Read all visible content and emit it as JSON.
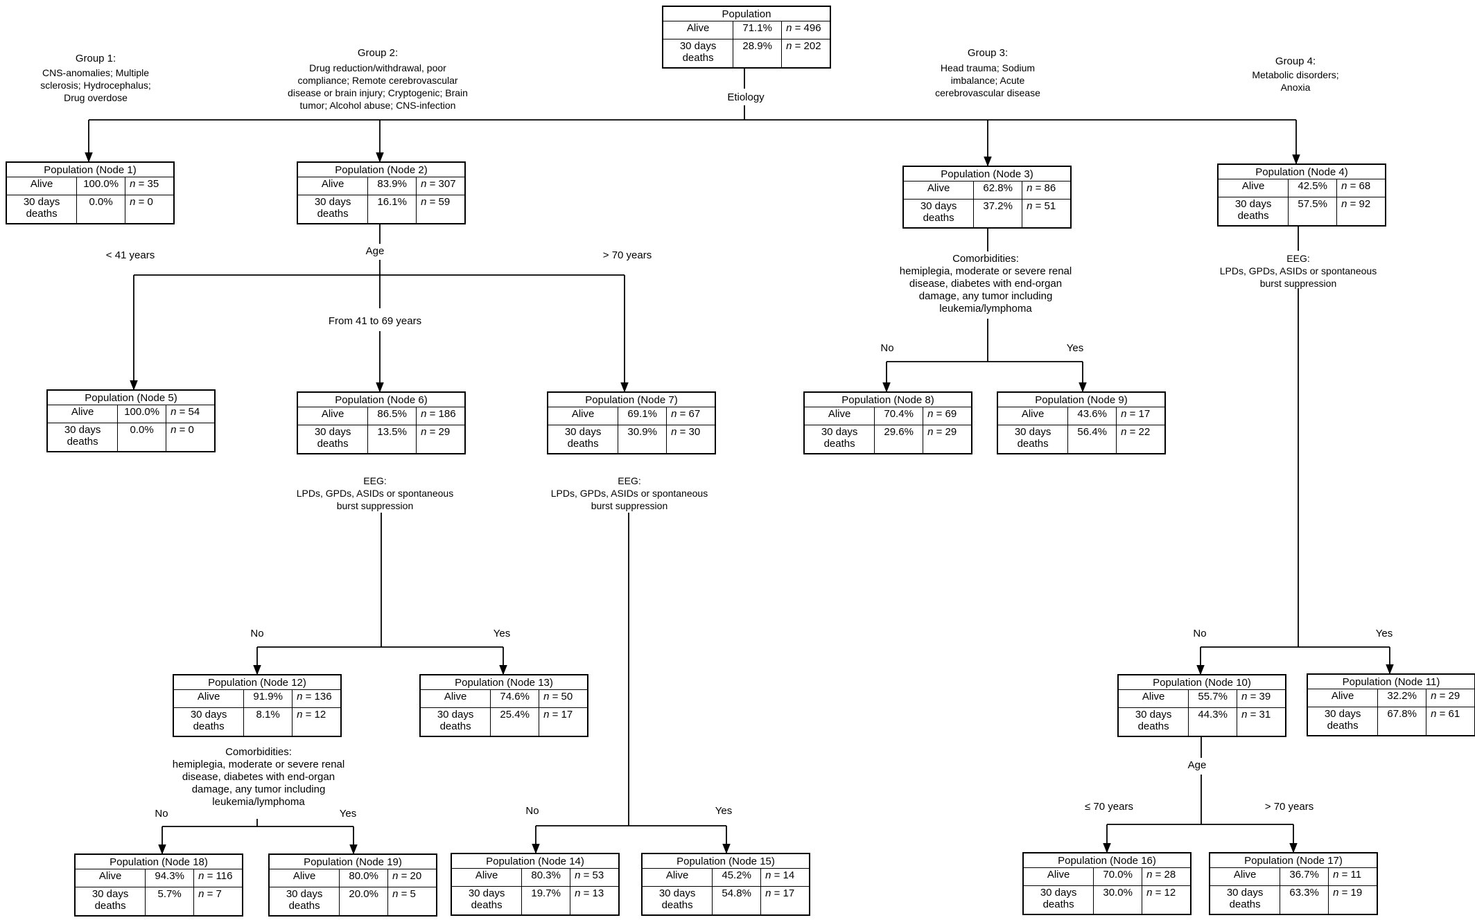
{
  "labels": {
    "alive": "Alive",
    "deaths": "30 days\ndeaths",
    "n_prefix": "n"
  },
  "groups": [
    {
      "title": "Group 1:",
      "desc": "CNS-anomalies; Multiple\nsclerosis; Hydrocephalus;\nDrug overdose"
    },
    {
      "title": "Group 2:",
      "desc": "Drug reduction/withdrawal, poor\ncompliance; Remote cerebrovascular\ndisease or brain injury; Cryptogenic; Brain\ntumor; Alcohol abuse; CNS-infection"
    },
    {
      "title": "Group 3:",
      "desc": "Head trauma; Sodium\nimbalance; Acute\ncerebrovascular disease"
    },
    {
      "title": "Group 4:",
      "desc": "Metabolic disorders;\nAnoxia"
    }
  ],
  "splits": {
    "etiology": "Etiology",
    "age": "Age",
    "age_lt41": "< 41 years",
    "age_41_69": "From 41 to 69 years",
    "age_gt70": "> 70 years",
    "eeg": "EEG:\nLPDs, GPDs, ASIDs or spontaneous\nburst suppression",
    "comorb": "Comorbidities:\nhemiplegia, moderate or severe renal\ndisease, diabetes with end-organ\ndamage, any tumor including\nleukemia/lymphoma",
    "no": "No",
    "yes": "Yes",
    "age_le70": "≤ 70 years",
    "age_gt70b": "> 70 years"
  },
  "nodes": [
    {
      "id": "root",
      "title": "Population",
      "alive_pct": "71.1%",
      "alive_n": "= 496",
      "death_pct": "28.9%",
      "death_n": "= 202"
    },
    {
      "id": "n1",
      "title": "Population (Node 1)",
      "alive_pct": "100.0%",
      "alive_n": "= 35",
      "death_pct": "0.0%",
      "death_n": "= 0"
    },
    {
      "id": "n2",
      "title": "Population (Node 2)",
      "alive_pct": "83.9%",
      "alive_n": "= 307",
      "death_pct": "16.1%",
      "death_n": "= 59"
    },
    {
      "id": "n3",
      "title": "Population (Node 3)",
      "alive_pct": "62.8%",
      "alive_n": "= 86",
      "death_pct": "37.2%",
      "death_n": "= 51"
    },
    {
      "id": "n4",
      "title": "Population (Node 4)",
      "alive_pct": "42.5%",
      "alive_n": "= 68",
      "death_pct": "57.5%",
      "death_n": "= 92"
    },
    {
      "id": "n5",
      "title": "Population (Node 5)",
      "alive_pct": "100.0%",
      "alive_n": "= 54",
      "death_pct": "0.0%",
      "death_n": "= 0"
    },
    {
      "id": "n6",
      "title": "Population (Node 6)",
      "alive_pct": "86.5%",
      "alive_n": "= 186",
      "death_pct": "13.5%",
      "death_n": "= 29"
    },
    {
      "id": "n7",
      "title": "Population (Node 7)",
      "alive_pct": "69.1%",
      "alive_n": "= 67",
      "death_pct": "30.9%",
      "death_n": "= 30"
    },
    {
      "id": "n8",
      "title": "Population (Node 8)",
      "alive_pct": "70.4%",
      "alive_n": "= 69",
      "death_pct": "29.6%",
      "death_n": "= 29"
    },
    {
      "id": "n9",
      "title": "Population (Node 9)",
      "alive_pct": "43.6%",
      "alive_n": "= 17",
      "death_pct": "56.4%",
      "death_n": "= 22"
    },
    {
      "id": "n10",
      "title": "Population (Node 10)",
      "alive_pct": "55.7%",
      "alive_n": "= 39",
      "death_pct": "44.3%",
      "death_n": "= 31"
    },
    {
      "id": "n11",
      "title": "Population (Node 11)",
      "alive_pct": "32.2%",
      "alive_n": "= 29",
      "death_pct": "67.8%",
      "death_n": "= 61"
    },
    {
      "id": "n12",
      "title": "Population (Node 12)",
      "alive_pct": "91.9%",
      "alive_n": "= 136",
      "death_pct": "8.1%",
      "death_n": "= 12"
    },
    {
      "id": "n13",
      "title": "Population (Node 13)",
      "alive_pct": "74.6%",
      "alive_n": "= 50",
      "death_pct": "25.4%",
      "death_n": "= 17"
    },
    {
      "id": "n14",
      "title": "Population (Node 14)",
      "alive_pct": "80.3%",
      "alive_n": "= 53",
      "death_pct": "19.7%",
      "death_n": "= 13"
    },
    {
      "id": "n15",
      "title": "Population (Node 15)",
      "alive_pct": "45.2%",
      "alive_n": "= 14",
      "death_pct": "54.8%",
      "death_n": "= 17"
    },
    {
      "id": "n16",
      "title": "Population (Node 16)",
      "alive_pct": "70.0%",
      "alive_n": "= 28",
      "death_pct": "30.0%",
      "death_n": "= 12"
    },
    {
      "id": "n17",
      "title": "Population (Node 17)",
      "alive_pct": "36.7%",
      "alive_n": "= 11",
      "death_pct": "63.3%",
      "death_n": "= 19"
    },
    {
      "id": "n18",
      "title": "Population (Node 18)",
      "alive_pct": "94.3%",
      "alive_n": "= 116",
      "death_pct": "5.7%",
      "death_n": "= 7"
    },
    {
      "id": "n19",
      "title": "Population (Node 19)",
      "alive_pct": "80.0%",
      "alive_n": "= 20",
      "death_pct": "20.0%",
      "death_n": "= 5"
    }
  ]
}
